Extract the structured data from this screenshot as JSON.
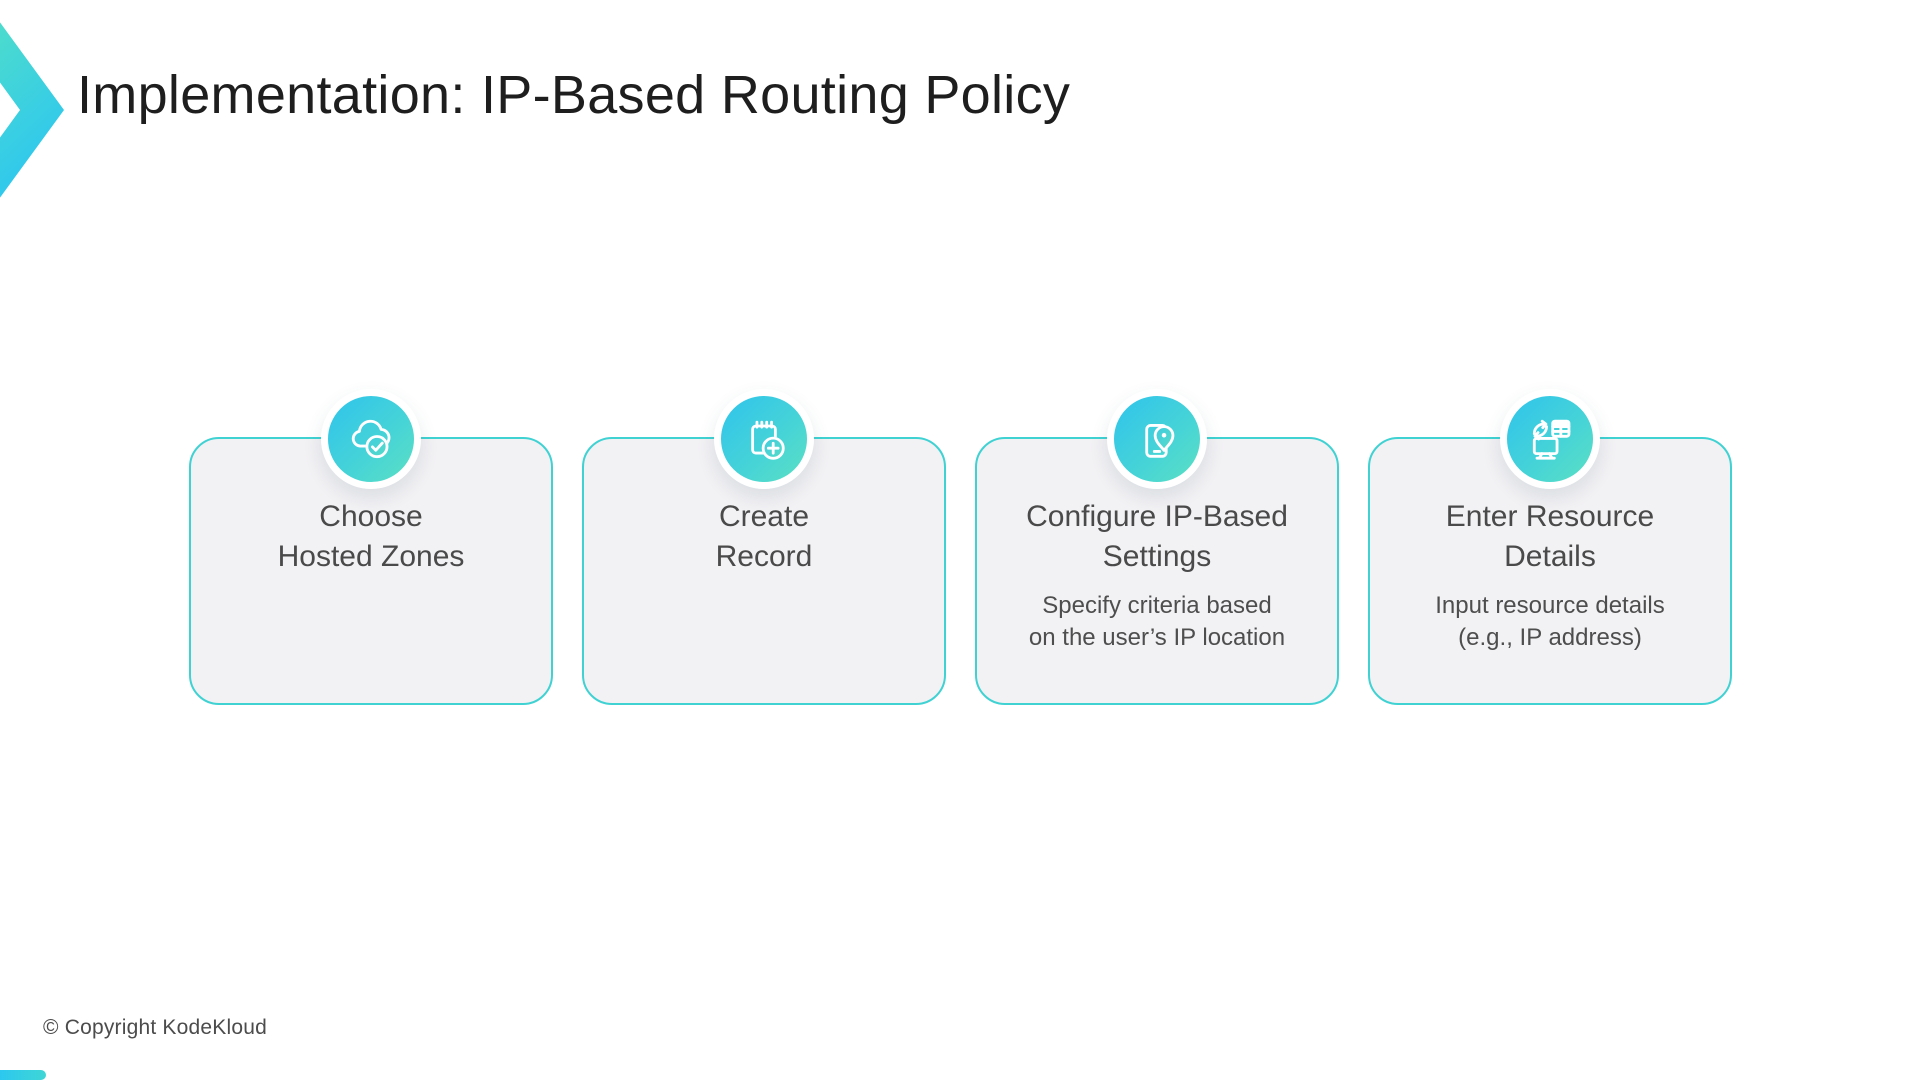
{
  "slide": {
    "title": "Implementation: IP-Based Routing Policy",
    "copyright": "© Copyright KodeKloud"
  },
  "colors": {
    "accent_cyan": "#2FC4EC",
    "accent_teal": "#5BE0C3",
    "card_border": "#40D2D3",
    "card_background": "#F2F1F4",
    "title_text": "#1E1E1E",
    "body_text": "#4A4A4A"
  },
  "steps": [
    {
      "icon": "cloud-check-icon",
      "title_lines": [
        "Choose",
        "Hosted Zones"
      ],
      "subtitle_lines": []
    },
    {
      "icon": "notepad-add-icon",
      "title_lines": [
        "Create",
        "Record"
      ],
      "subtitle_lines": []
    },
    {
      "icon": "phone-location-icon",
      "title_lines": [
        "Configure IP-Based",
        "Settings"
      ],
      "subtitle_lines": [
        "Specify criteria based",
        "on the user’s IP location"
      ]
    },
    {
      "icon": "device-table-sync-icon",
      "title_lines": [
        "Enter Resource",
        "Details"
      ],
      "subtitle_lines": [
        "Input resource details",
        "(e.g., IP address)"
      ]
    }
  ]
}
